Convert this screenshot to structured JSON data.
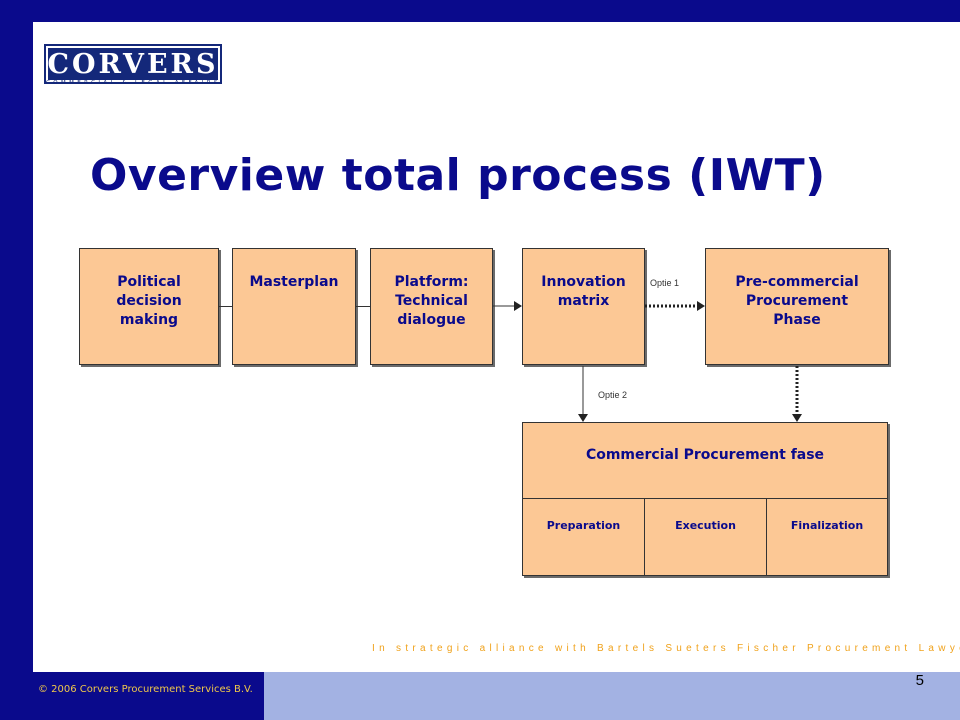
{
  "header": {
    "logo_text": "CORVERS",
    "logo_subtitle": "COMMERCIAL & LEGAL AFFAIRS"
  },
  "slide": {
    "title": "Overview total process (IWT)",
    "page_number": "5"
  },
  "process": {
    "steps": [
      {
        "label_lines": [
          "Political",
          "decision",
          "making"
        ]
      },
      {
        "label_lines": [
          "Masterplan"
        ]
      },
      {
        "label_lines": [
          "Platform:",
          "Technical",
          "dialogue"
        ]
      },
      {
        "label_lines": [
          "Innovation",
          "matrix"
        ]
      },
      {
        "label_lines": [
          "Pre-commercial",
          "Procurement",
          "Phase"
        ]
      }
    ],
    "option1_label": "Optie 1",
    "option2_label": "Optie 2",
    "commercial": {
      "title": "Commercial Procurement fase",
      "phases": [
        "Preparation",
        "Execution",
        "Finalization"
      ]
    }
  },
  "footer": {
    "alliance_text": "In strategic alliance with Bartels Sueters Fischer Procurement Lawyers",
    "copyright": "© 2006 Corvers Procurement Services B.V."
  },
  "colors": {
    "navy": "#0a0a8c",
    "box_fill": "#fcc895",
    "footer_band": "#a3b2e3",
    "accent_orange": "#f0a21b"
  }
}
